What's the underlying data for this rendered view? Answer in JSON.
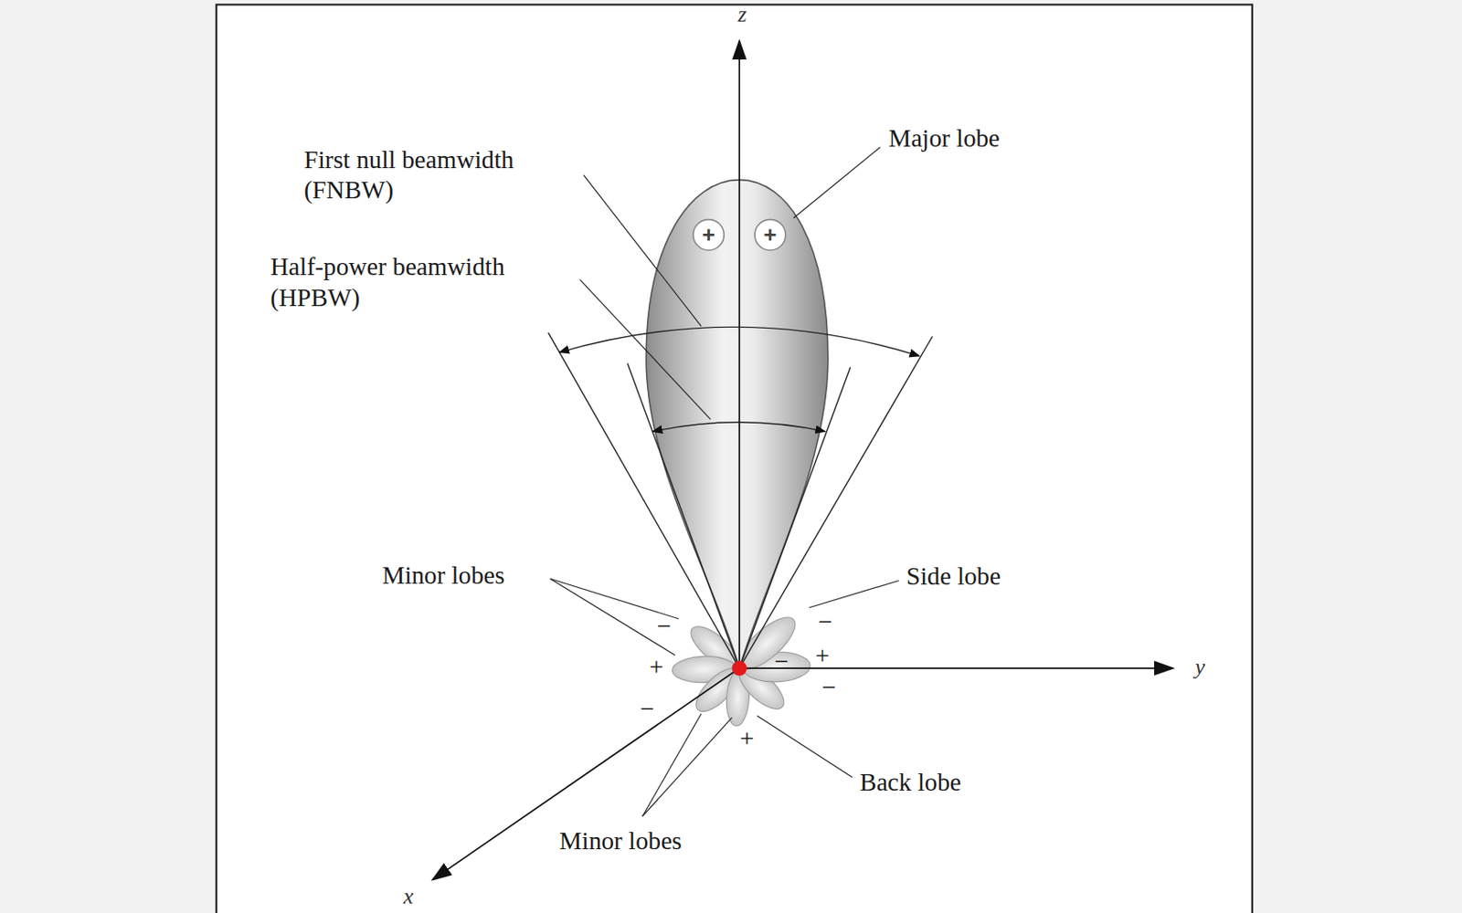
{
  "diagram": {
    "nodes": [
      {
        "text": [
          "+"
        ]
      },
      {
        "text": [
          "+"
        ]
      }
    ],
    "labels": [
      "z",
      "Major lobe",
      "First null beamwidth (FNBW)",
      "Half-power beamwidth (HPBW)",
      "Minor lobes",
      "Side lobe",
      "−",
      "+",
      "−",
      "−",
      "+",
      "−",
      "−",
      "+",
      "Back lobe",
      "Minor lobes",
      "x",
      "y"
    ]
  }
}
